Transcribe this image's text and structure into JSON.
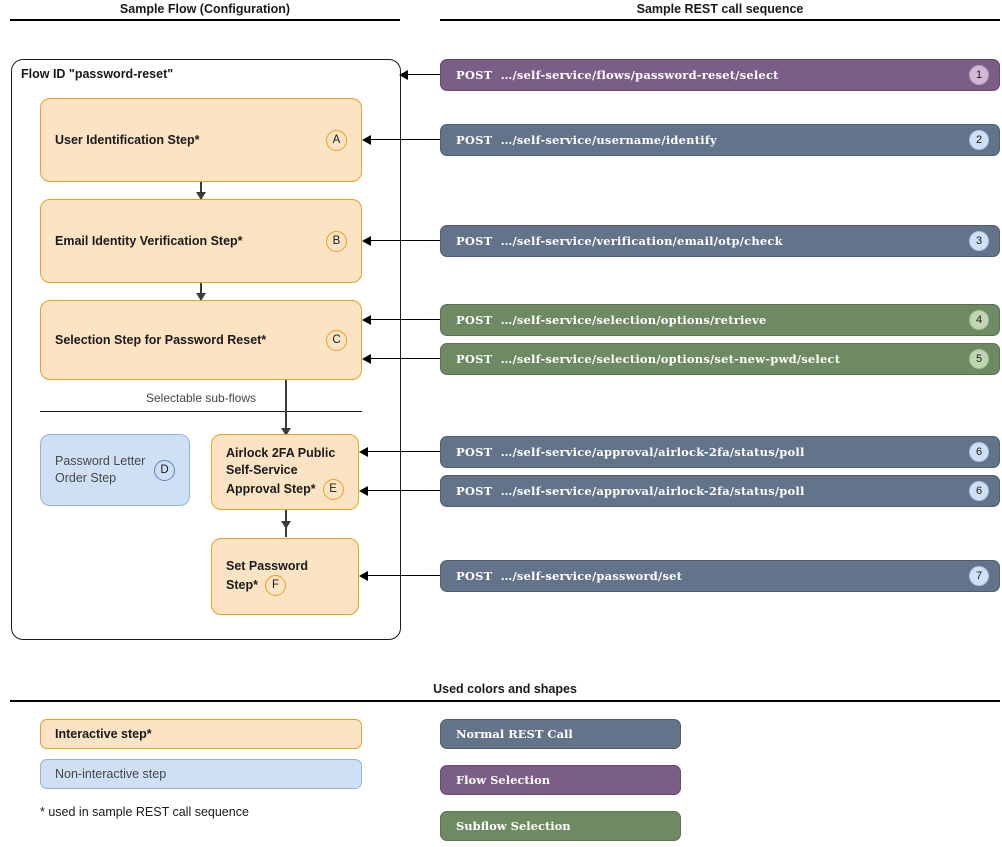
{
  "sections": {
    "flow_title": "Sample Flow (Configuration)",
    "rest_title": "Sample REST call sequence",
    "legend_title": "Used colors and shapes"
  },
  "flow": {
    "container_label": "Flow ID \"password-reset\"",
    "subflow_caption": "Selectable sub-flows",
    "steps": [
      {
        "label": "User Identification Step*",
        "badge": "A",
        "kind": "interactive"
      },
      {
        "label": "Email Identity Verification Step*",
        "badge": "B",
        "kind": "interactive"
      },
      {
        "label": "Selection Step for Password Reset*",
        "badge": "C",
        "kind": "interactive"
      },
      {
        "label": "Password Letter Order Step",
        "badge": "D",
        "kind": "noninteractive"
      },
      {
        "label_line1": "Airlock 2FA Public",
        "label_line2": "Self-Service",
        "label_line3": "Approval Step*",
        "badge": "E",
        "kind": "interactive"
      },
      {
        "label_line1": "Set Password",
        "label_line2": "Step*",
        "badge": "F",
        "kind": "interactive"
      }
    ]
  },
  "rest_calls": [
    {
      "method": "POST",
      "path": "…/self-service/flows/password-reset/select",
      "number": "1",
      "kind": "flow"
    },
    {
      "method": "POST",
      "path": "…/self-service/username/identify",
      "number": "2",
      "kind": "normal"
    },
    {
      "method": "POST",
      "path": "…/self-service/verification/email/otp/check",
      "number": "3",
      "kind": "normal"
    },
    {
      "method": "POST",
      "path": "…/self-service/selection/options/retrieve",
      "number": "4",
      "kind": "subflow"
    },
    {
      "method": "POST",
      "path": "…/self-service/selection/options/set-new-pwd/select",
      "number": "5",
      "kind": "subflow"
    },
    {
      "method": "POST",
      "path": "…/self-service/approval/airlock-2fa/status/poll",
      "number": "6",
      "kind": "normal"
    },
    {
      "method": "POST",
      "path": "…/self-service/approval/airlock-2fa/status/poll",
      "number": "6",
      "kind": "normal"
    },
    {
      "method": "POST",
      "path": "…/self-service/password/set",
      "number": "7",
      "kind": "normal"
    }
  ],
  "legend": {
    "shapes": [
      {
        "label": "Interactive step*",
        "kind": "interactive"
      },
      {
        "label": "Non-interactive step",
        "kind": "noninteractive"
      }
    ],
    "footnote": "* used in sample REST call sequence",
    "colors": [
      {
        "label": "Normal REST Call",
        "kind": "normal"
      },
      {
        "label": "Flow Selection",
        "kind": "flow"
      },
      {
        "label": "Subflow Selection",
        "kind": "subflow"
      }
    ]
  },
  "palette": {
    "interactive_fill": "#fce3c4",
    "interactive_border": "#e5a320",
    "noninteractive_fill": "#cfe0f5",
    "noninteractive_border": "#8fb4e0",
    "normal_rest": "#63748a",
    "flow_rest": "#7a5e85",
    "subflow_rest": "#6e8a63"
  }
}
